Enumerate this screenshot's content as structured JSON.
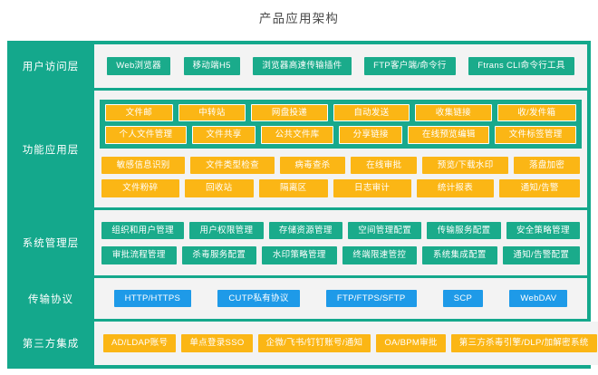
{
  "page_title": "产品应用架构",
  "colors": {
    "board_green": "#14a88c",
    "panel_gray": "#f3f3f3",
    "chip_teal": "#1aab8b",
    "chip_amber": "#fbb615",
    "chip_blue": "#1e9ae8",
    "title_text": "#4a4a4a"
  },
  "layers": [
    {
      "id": "access",
      "label": "用户访问层",
      "rows": [
        {
          "style": "teal",
          "items": [
            "Web浏览器",
            "移动端H5",
            "浏览器高速传输插件",
            "FTP客户端/命令行",
            "Ftrans CLI命令行工具"
          ]
        }
      ]
    },
    {
      "id": "function",
      "label": "功能应用层",
      "groups": [
        {
          "background": "teal",
          "rows": [
            {
              "style": "amber-outline",
              "items": [
                "文件邮",
                "中转站",
                "网盘投递",
                "自动发送",
                "收集链接",
                "收/发件箱"
              ]
            },
            {
              "style": "amber-outline",
              "items": [
                "个人文件管理",
                "文件共享",
                "公共文件库",
                "分享链接",
                "在线预览编辑",
                "文件标签管理"
              ]
            }
          ]
        },
        {
          "background": "plain",
          "rows": [
            {
              "style": "amber",
              "items": [
                "敏感信息识别",
                "文件类型检查",
                "病毒查杀",
                "在线审批",
                "预览/下载水印",
                "落盘加密"
              ]
            },
            {
              "style": "amber",
              "items": [
                "文件粉碎",
                "回收站",
                "隔离区",
                "日志审计",
                "统计报表",
                "通知/告警"
              ]
            }
          ]
        }
      ]
    },
    {
      "id": "system",
      "label": "系统管理层",
      "rows": [
        {
          "style": "teal",
          "items": [
            "组织和用户管理",
            "用户权限管理",
            "存储资源管理",
            "空间管理配置",
            "传输服务配置",
            "安全策略管理"
          ]
        },
        {
          "style": "teal",
          "items": [
            "审批流程管理",
            "杀毒服务配置",
            "水印策略管理",
            "终端限速管控",
            "系统集成配置",
            "通知/告警配置"
          ]
        }
      ]
    },
    {
      "id": "protocol",
      "label": "传输协议",
      "rows": [
        {
          "style": "blue",
          "items": [
            "HTTP/HTTPS",
            "CUTP私有协议",
            "FTP/FTPS/SFTP",
            "SCP",
            "WebDAV"
          ]
        }
      ]
    },
    {
      "id": "integration",
      "label": "第三方集成",
      "rows": [
        {
          "style": "amber",
          "items": [
            "AD/LDAP账号",
            "单点登录SSO",
            "企微/飞书/钉钉账号/通知",
            "OA/BPM审批",
            "第三方杀毒引擎/DLP/加解密系统"
          ]
        }
      ]
    }
  ]
}
